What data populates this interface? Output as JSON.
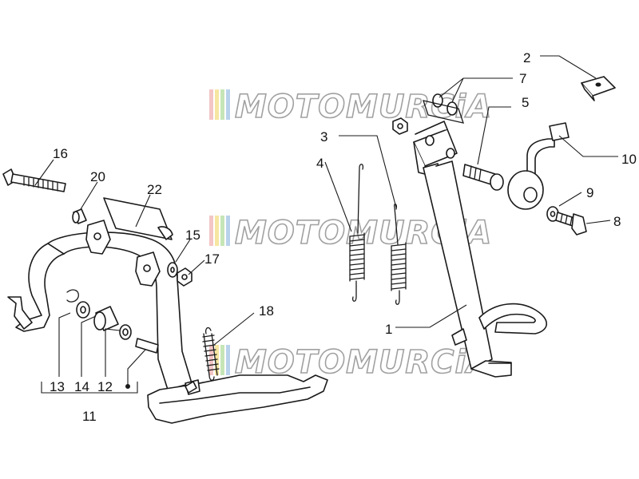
{
  "watermark": {
    "text": "MOTOMURCiA",
    "color": "#8a8a8a",
    "stripe_colors": [
      "#f2b8b8",
      "#f5e08a",
      "#b9dfa6",
      "#a8c8e8"
    ]
  },
  "callouts": {
    "c1": "1",
    "c2": "2",
    "c3": "3",
    "c4": "4",
    "c5": "5",
    "c6": "7",
    "c7": "8",
    "c8": "9",
    "c9": "10",
    "c10": "11",
    "c11": "12",
    "c12": "13",
    "c13": "14",
    "c14": "15",
    "c15": "16",
    "c16": "17",
    "c17": "18",
    "c18": "20",
    "c19": "22"
  },
  "colors": {
    "line": "#1a1a1a",
    "background": "#ffffff"
  }
}
